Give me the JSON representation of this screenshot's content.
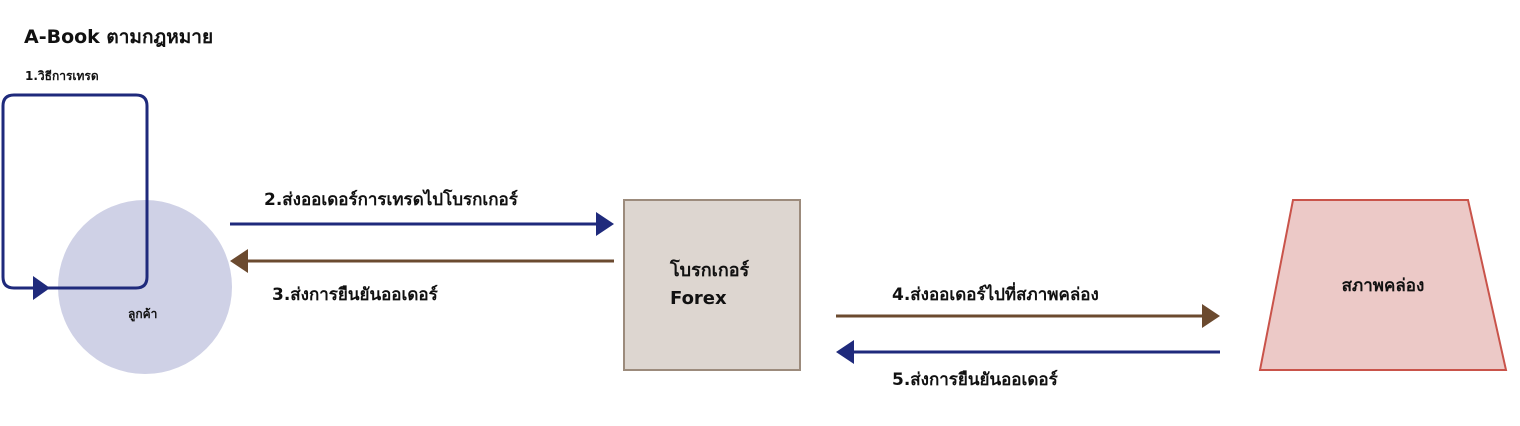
{
  "title": "A-Book ตามกฎหมาย",
  "nodes": {
    "client": "ลูกค้า",
    "broker_line1": "โบรกเกอร์",
    "broker_line2": "Forex",
    "exchange": "สภาพคล่อง"
  },
  "steps": {
    "step1": "1.วิธีการเทรด",
    "step2": "2.ส่งออเดอร์การเทรดไปโบรกเกอร์",
    "step3": "3.ส่งการยืนยันออเดอร์",
    "step4": "4.ส่งออเดอร์ไปที่สภาพคล่อง",
    "step5": "5.ส่งการยืนยันออเดอร์"
  },
  "colors": {
    "navy_arrow": "#1f2a7c",
    "brown_arrow": "#6b4a2f",
    "client_fill": "#cfd1e6",
    "broker_fill": "#ddd6d0",
    "broker_stroke": "#9c8b7c",
    "exchange_fill": "#ecc9c7",
    "exchange_stroke": "#c9534a"
  }
}
